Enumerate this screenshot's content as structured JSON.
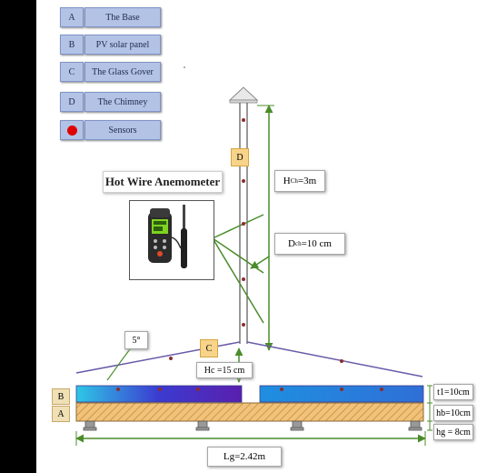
{
  "legend": [
    {
      "key": "A",
      "label": "The Base"
    },
    {
      "key": "B",
      "label": "PV solar panel"
    },
    {
      "key": "C",
      "label": "The Glass Gover"
    },
    {
      "key": "D",
      "label": "The Chimney"
    },
    {
      "key": "",
      "label": "Sensors",
      "icon": "sensor-dot-icon"
    }
  ],
  "tags": {
    "chimney": "D",
    "cover": "C",
    "pv_side": "B",
    "base_side": "A"
  },
  "instrument": {
    "title": "Hot Wire Anemometer"
  },
  "dimensions": {
    "chimney_height": "H",
    "chimney_height_sub": "Ch",
    "chimney_height_value": " =3m",
    "chimney_diameter": "D",
    "chimney_diameter_sub": "ch",
    "chimney_diameter_value": " =10 cm",
    "slope_angle": "5°",
    "cover_height": "Hc =15 cm",
    "panel_thickness": "t1=10cm",
    "base_height": "hb=10cm",
    "ground_gap": "hg = 8cm",
    "ground_length": "Lg=2.42m"
  },
  "colors": {
    "legend_fill": "#b3c3e6",
    "sensor": "#e00000",
    "dimension_line": "#4a8c2a",
    "cover_line": "#6a5aa8",
    "tag_fill": "#f7d48a"
  }
}
